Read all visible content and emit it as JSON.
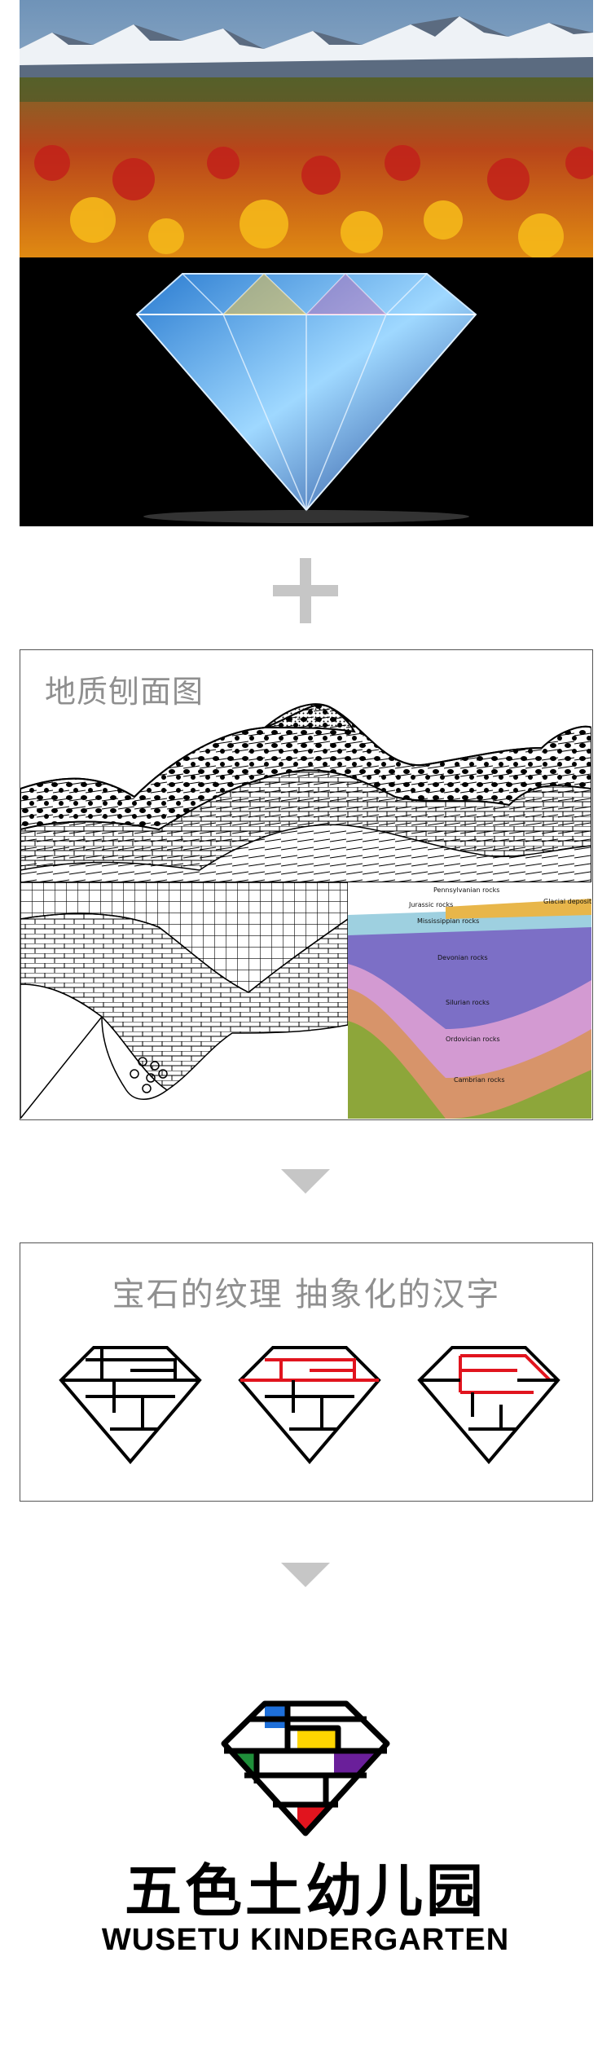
{
  "plus_symbol": "+",
  "geology_panel": {
    "title": "地质刨面图",
    "labels": [
      "Pennsylvanian rocks",
      "Jurassic rocks",
      "Glacial deposit",
      "Mississippian rocks",
      "Devonian rocks",
      "Silurian rocks",
      "Ordovician rocks",
      "Cambrian rocks"
    ]
  },
  "gem_panel": {
    "title": "宝石的纹理   抽象化的汉字"
  },
  "logo": {
    "name_cn": "五色土幼儿园",
    "name_en": "WUSETU KINDERGARTEN"
  },
  "colors": {
    "arrow_gray": "#c6c6c6",
    "red": "#e1141e",
    "blue": "#1e6fd9",
    "yellow": "#ffd600",
    "green": "#1f8f3a",
    "purple": "#6a1f9a"
  }
}
